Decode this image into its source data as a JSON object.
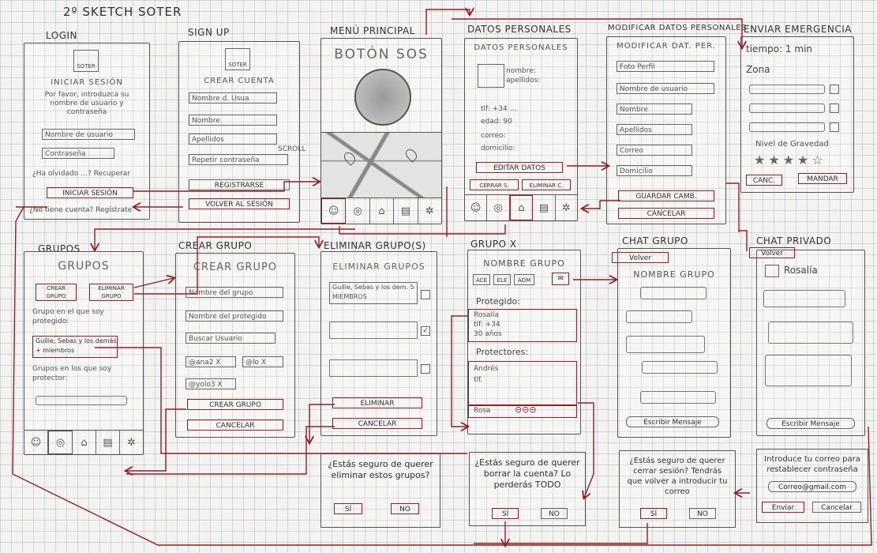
{
  "title": "2º SKETCH SOTER",
  "screens": {
    "login": {
      "label": "LOGIN",
      "logo": "SOTER",
      "heading": "INICIAR SESIÓN",
      "hint": "Por favor, introduzca su nombre de usuario y contraseña",
      "username": "Nombre de usuario",
      "password": "Contraseña",
      "forgot": "¿Ha olvidado …? Recuperar",
      "login_button": "INICIAR SESIÓN",
      "no_account": "¿No tiene cuenta? Regístrate"
    },
    "signup": {
      "label": "SIGN UP",
      "logo": "SOTER",
      "heading": "CREAR CUENTA",
      "fields": [
        "Nombre d. Usua",
        "Nombre",
        "Apellidos",
        "Repetir contraseña"
      ],
      "register_button": "REGISTRARSE",
      "back_button": "VOLVER AL SESIÓN",
      "scroll": "SCROLL"
    },
    "menu": {
      "label": "MENÚ PRINCIPAL",
      "sos": "BOTÓN SOS"
    },
    "personal": {
      "label": "DATOS PERSONALES",
      "heading": "DATOS PERSONALES",
      "name": "nombre:",
      "surname": "apellidos:",
      "phone": "tlf: +34 …",
      "age": "edad: 90",
      "email": "correo:",
      "address": "domicilio:",
      "edit_button": "EDITAR DATOS",
      "tab_a": "CERRAR S.",
      "tab_b": "ELIMINAR C."
    },
    "modify": {
      "label": "MODIFICAR DATOS PERSONALES",
      "heading": "MODIFICAR DAT. PER.",
      "fields": [
        "Foto Perfil",
        "Nombre de usuario",
        "Nombre",
        "Apellidos",
        "Correo",
        "Domicilio"
      ],
      "save_button": "GUARDAR CAMB.",
      "cancel_button": "CANCELAR"
    },
    "emergency": {
      "label": "ENVIAR EMERGENCIA",
      "time": "tiempo: 1 min",
      "zone": "Zona",
      "severity": "Nivel de Gravedad",
      "cancel_button": "CANC.",
      "send_button": "MANDAR"
    },
    "groups": {
      "label": "GRUPOS",
      "heading": "GRUPOS",
      "create_button": "CREAR GRUPO",
      "delete_button": "ELIMINAR GRUPO",
      "protected_in": "Grupo en el que soy protegido:",
      "group_item": "Guille, Sebas y los demás + miembros",
      "protector_in": "Grupos en los que soy protector:"
    },
    "create_group": {
      "label": "CREAR GRUPO",
      "heading": "CREAR GRUPO",
      "group_name": "Nombre del grupo",
      "protected_name": "Nombre del protegido",
      "search_user": "Buscar Usuario",
      "user1": "@ana2 X",
      "user2": "@lo X",
      "user3": "@yolo3 X",
      "create_button": "CREAR GRUPO",
      "cancel_button": "CANCELAR"
    },
    "delete_groups": {
      "label": "ELIMINAR GRUPO(S)",
      "heading": "ELIMINAR GRUPOS",
      "item": "Guille, Sebas y los dem. 5 MIEMBROS",
      "delete_button": "ELIMINAR",
      "cancel_button": "CANCELAR"
    },
    "group_x": {
      "label": "GRUPO X",
      "heading": "NOMBRE GRUPO",
      "tabs": [
        "ACE",
        "ELE",
        "ADM"
      ],
      "protected": "Protegido:",
      "protected_name": "Rosalía",
      "protected_phone": "tlf: +34",
      "protected_age": "30 años",
      "protectors": "Protectores:",
      "protector_1": "Andrés",
      "protector_phone": "tlf.",
      "protector_2": "Rosa"
    },
    "group_chat": {
      "label": "CHAT GRUPO",
      "back": "Volver",
      "heading": "NOMBRE GRUPO",
      "write": "Escribir Mensaje"
    },
    "private_chat": {
      "label": "CHAT PRIVADO",
      "back": "Volver",
      "contact": "Rosalía",
      "write": "Escribir Mensaje"
    }
  },
  "dialogs": {
    "delete_groups": {
      "question": "¿Estás seguro de querer eliminar estos grupos?",
      "yes": "SÍ",
      "no": "NO"
    },
    "delete_account": {
      "question": "¿Estás seguro de querer borrar la cuenta? Lo perderás TODO",
      "yes": "SÍ",
      "no": "NO"
    },
    "logout": {
      "question": "¿Estás seguro de querer cerrar sesión? Tendrás que volver a introducir tu correo",
      "yes": "SÍ",
      "no": "NO"
    },
    "recover": {
      "question": "Introduce tu correo para restablecer contraseña",
      "email": "Correo@gmail.com",
      "send": "Enviar",
      "cancel": "Cancelar"
    }
  },
  "colors": {
    "pencil": "#555555",
    "ink_red": "#8e1f2a",
    "paper": "#f4f3ef",
    "grid": "#a7b6cb"
  }
}
